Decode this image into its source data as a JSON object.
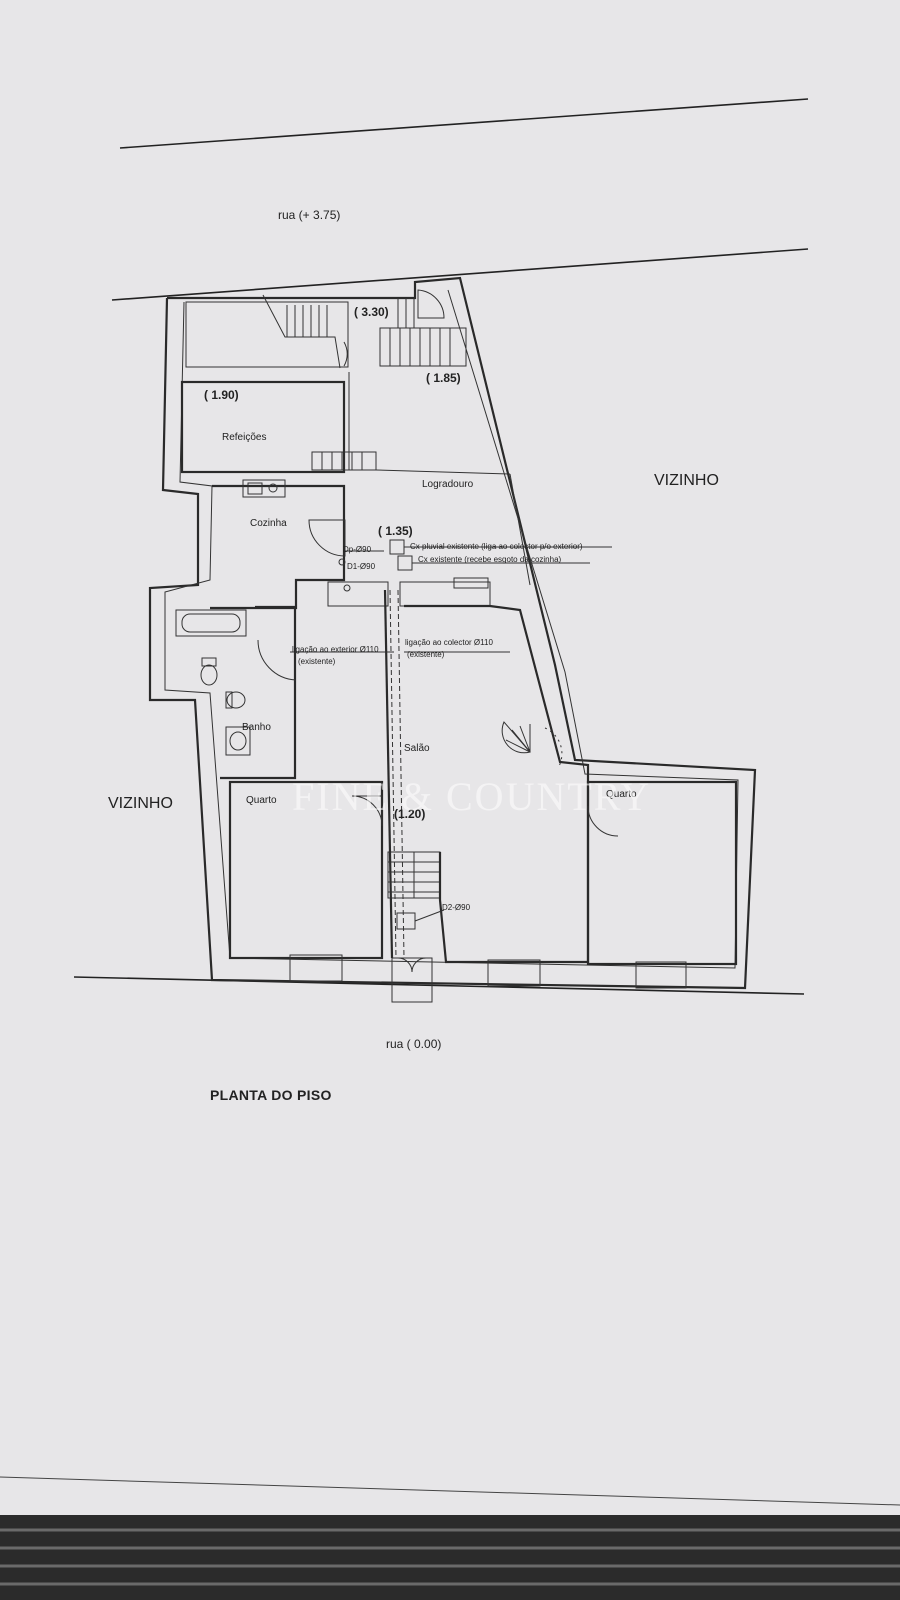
{
  "street": {
    "top": "rua (+ 3.75)",
    "bottom": "rua ( 0.00)"
  },
  "neighbors": {
    "right": "VIZINHO",
    "left": "VIZINHO"
  },
  "levels": {
    "stair_landing": "( 3.30)",
    "upper_yard": "( 1.85)",
    "dining": "( 1.90)",
    "yard_box": "( 1.35)",
    "living": "(1.20)"
  },
  "rooms": {
    "dining": "Refeições",
    "yard": "Logradouro",
    "kitchen": "Cozinha",
    "bath": "Banho",
    "living": "Salão",
    "bedroom_left": "Quarto",
    "bedroom_right": "Quarto"
  },
  "plumbing": {
    "rain_box": "Cx pluvial existente (liga ao colector p/o exterior)",
    "sewer_box": "Cx existente (recebe esgoto da cozinha)",
    "downpipe": "Dp-Ø90",
    "drain1": "D1-Ø90",
    "drain2": "D2-Ø90",
    "exterior_link": "ligação ao exterior Ø110",
    "exterior_link_note": "(existente)",
    "collector_link": "ligação ao colector Ø110",
    "collector_link_note": "(existente)"
  },
  "watermark": "FINE & COUNTRY",
  "title": "PLANTA DO PISO"
}
